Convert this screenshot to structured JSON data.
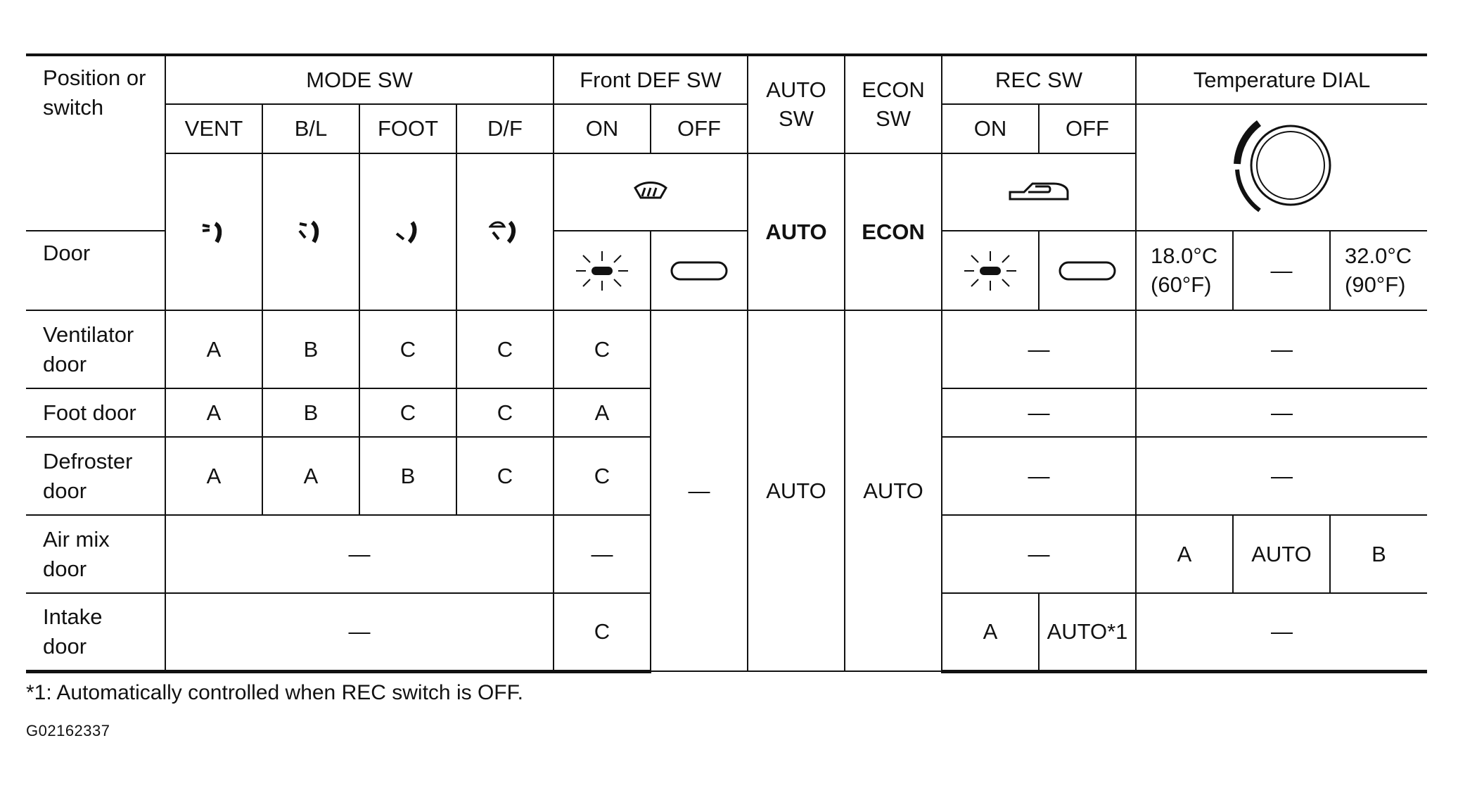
{
  "headers": {
    "position": "Position or switch",
    "door": "Door",
    "mode_sw": "MODE SW",
    "front_def_sw": "Front DEF SW",
    "auto_sw": "AUTO SW",
    "econ_sw": "ECON SW",
    "rec_sw": "REC SW",
    "temp_dial": "Temperature DIAL",
    "mode_positions": [
      "VENT",
      "B/L",
      "FOOT",
      "D/F"
    ],
    "on": "ON",
    "off": "OFF",
    "auto_label": "AUTO",
    "econ_label": "ECON",
    "temp_low_c": "18.0°C",
    "temp_low_f": "(60°F)",
    "temp_mid": "—",
    "temp_high_c": "32.0°C",
    "temp_high_f": "(90°F)"
  },
  "rows": [
    {
      "label": "Ventilator door",
      "mode": [
        "A",
        "B",
        "C",
        "C"
      ],
      "def_on": "C",
      "rec": "—",
      "temp": "—"
    },
    {
      "label": "Foot door",
      "mode": [
        "A",
        "B",
        "C",
        "C"
      ],
      "def_on": "A",
      "rec": "—",
      "temp": "—"
    },
    {
      "label": "Defroster door",
      "mode": [
        "A",
        "A",
        "B",
        "C"
      ],
      "def_on": "C",
      "rec": "—",
      "temp": "—"
    },
    {
      "label": "Air mix door",
      "mode_merged": "—",
      "def_on": "—",
      "rec": "—",
      "temp_values": [
        "A",
        "AUTO",
        "B"
      ]
    },
    {
      "label": "Intake door",
      "mode_merged": "—",
      "def_on": "C",
      "rec_values": [
        "A",
        "AUTO*1"
      ],
      "temp": "—"
    }
  ],
  "merged": {
    "def_off": "—",
    "auto_sw": "AUTO",
    "econ_sw": "AUTO"
  },
  "icons": {
    "vent": "vent-mode-icon",
    "bilevel": "bilevel-mode-icon",
    "foot": "foot-mode-icon",
    "def_foot": "defrost-foot-mode-icon",
    "front_def": "front-defrost-icon",
    "rec": "recirculation-icon",
    "indicator_on": "indicator-lamp-on-icon",
    "indicator_off": "indicator-lamp-off-icon",
    "dial": "temperature-dial-icon"
  },
  "footnote": "*1: Automatically controlled when REC switch is OFF.",
  "figure_code": "G02162337"
}
